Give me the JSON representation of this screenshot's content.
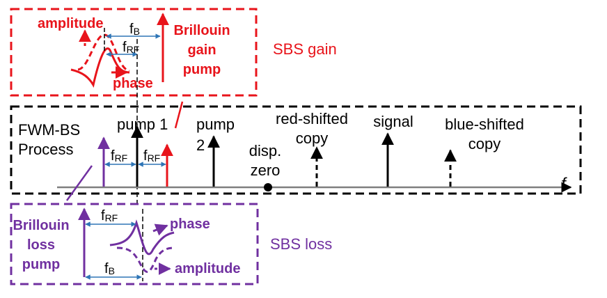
{
  "colors": {
    "red": "#e8141b",
    "purple": "#7030a0",
    "blue": "#2e75b6",
    "black": "#000000",
    "axis": "#7f7f7f"
  },
  "sbs_gain": {
    "title": "SBS gain",
    "amplitude": "amplitude",
    "phase": "phase",
    "pump_label": [
      "Brillouin",
      "gain",
      "pump"
    ],
    "fb": {
      "main": "f",
      "sub": "B"
    },
    "frf": {
      "main": "f",
      "sub": "RF"
    }
  },
  "fwm": {
    "process_label": [
      "FWM-BS",
      "Process"
    ],
    "pump1": "pump 1",
    "pump2": [
      "pump",
      "2"
    ],
    "disp_zero": [
      "disp.",
      "zero"
    ],
    "red_shifted": [
      "red-shifted",
      "copy"
    ],
    "signal": "signal",
    "blue_shifted": [
      "blue-shifted",
      "copy"
    ],
    "frf1": {
      "main": "f",
      "sub": "RF"
    },
    "frf2": {
      "main": "f",
      "sub": "RF"
    },
    "axis_label": "f"
  },
  "sbs_loss": {
    "title": "SBS loss",
    "pump_label": [
      "Brillouin",
      "loss",
      "pump"
    ],
    "phase": "phase",
    "amplitude": "amplitude",
    "frf": {
      "main": "f",
      "sub": "RF"
    },
    "fb": {
      "main": "f",
      "sub": "B"
    }
  }
}
